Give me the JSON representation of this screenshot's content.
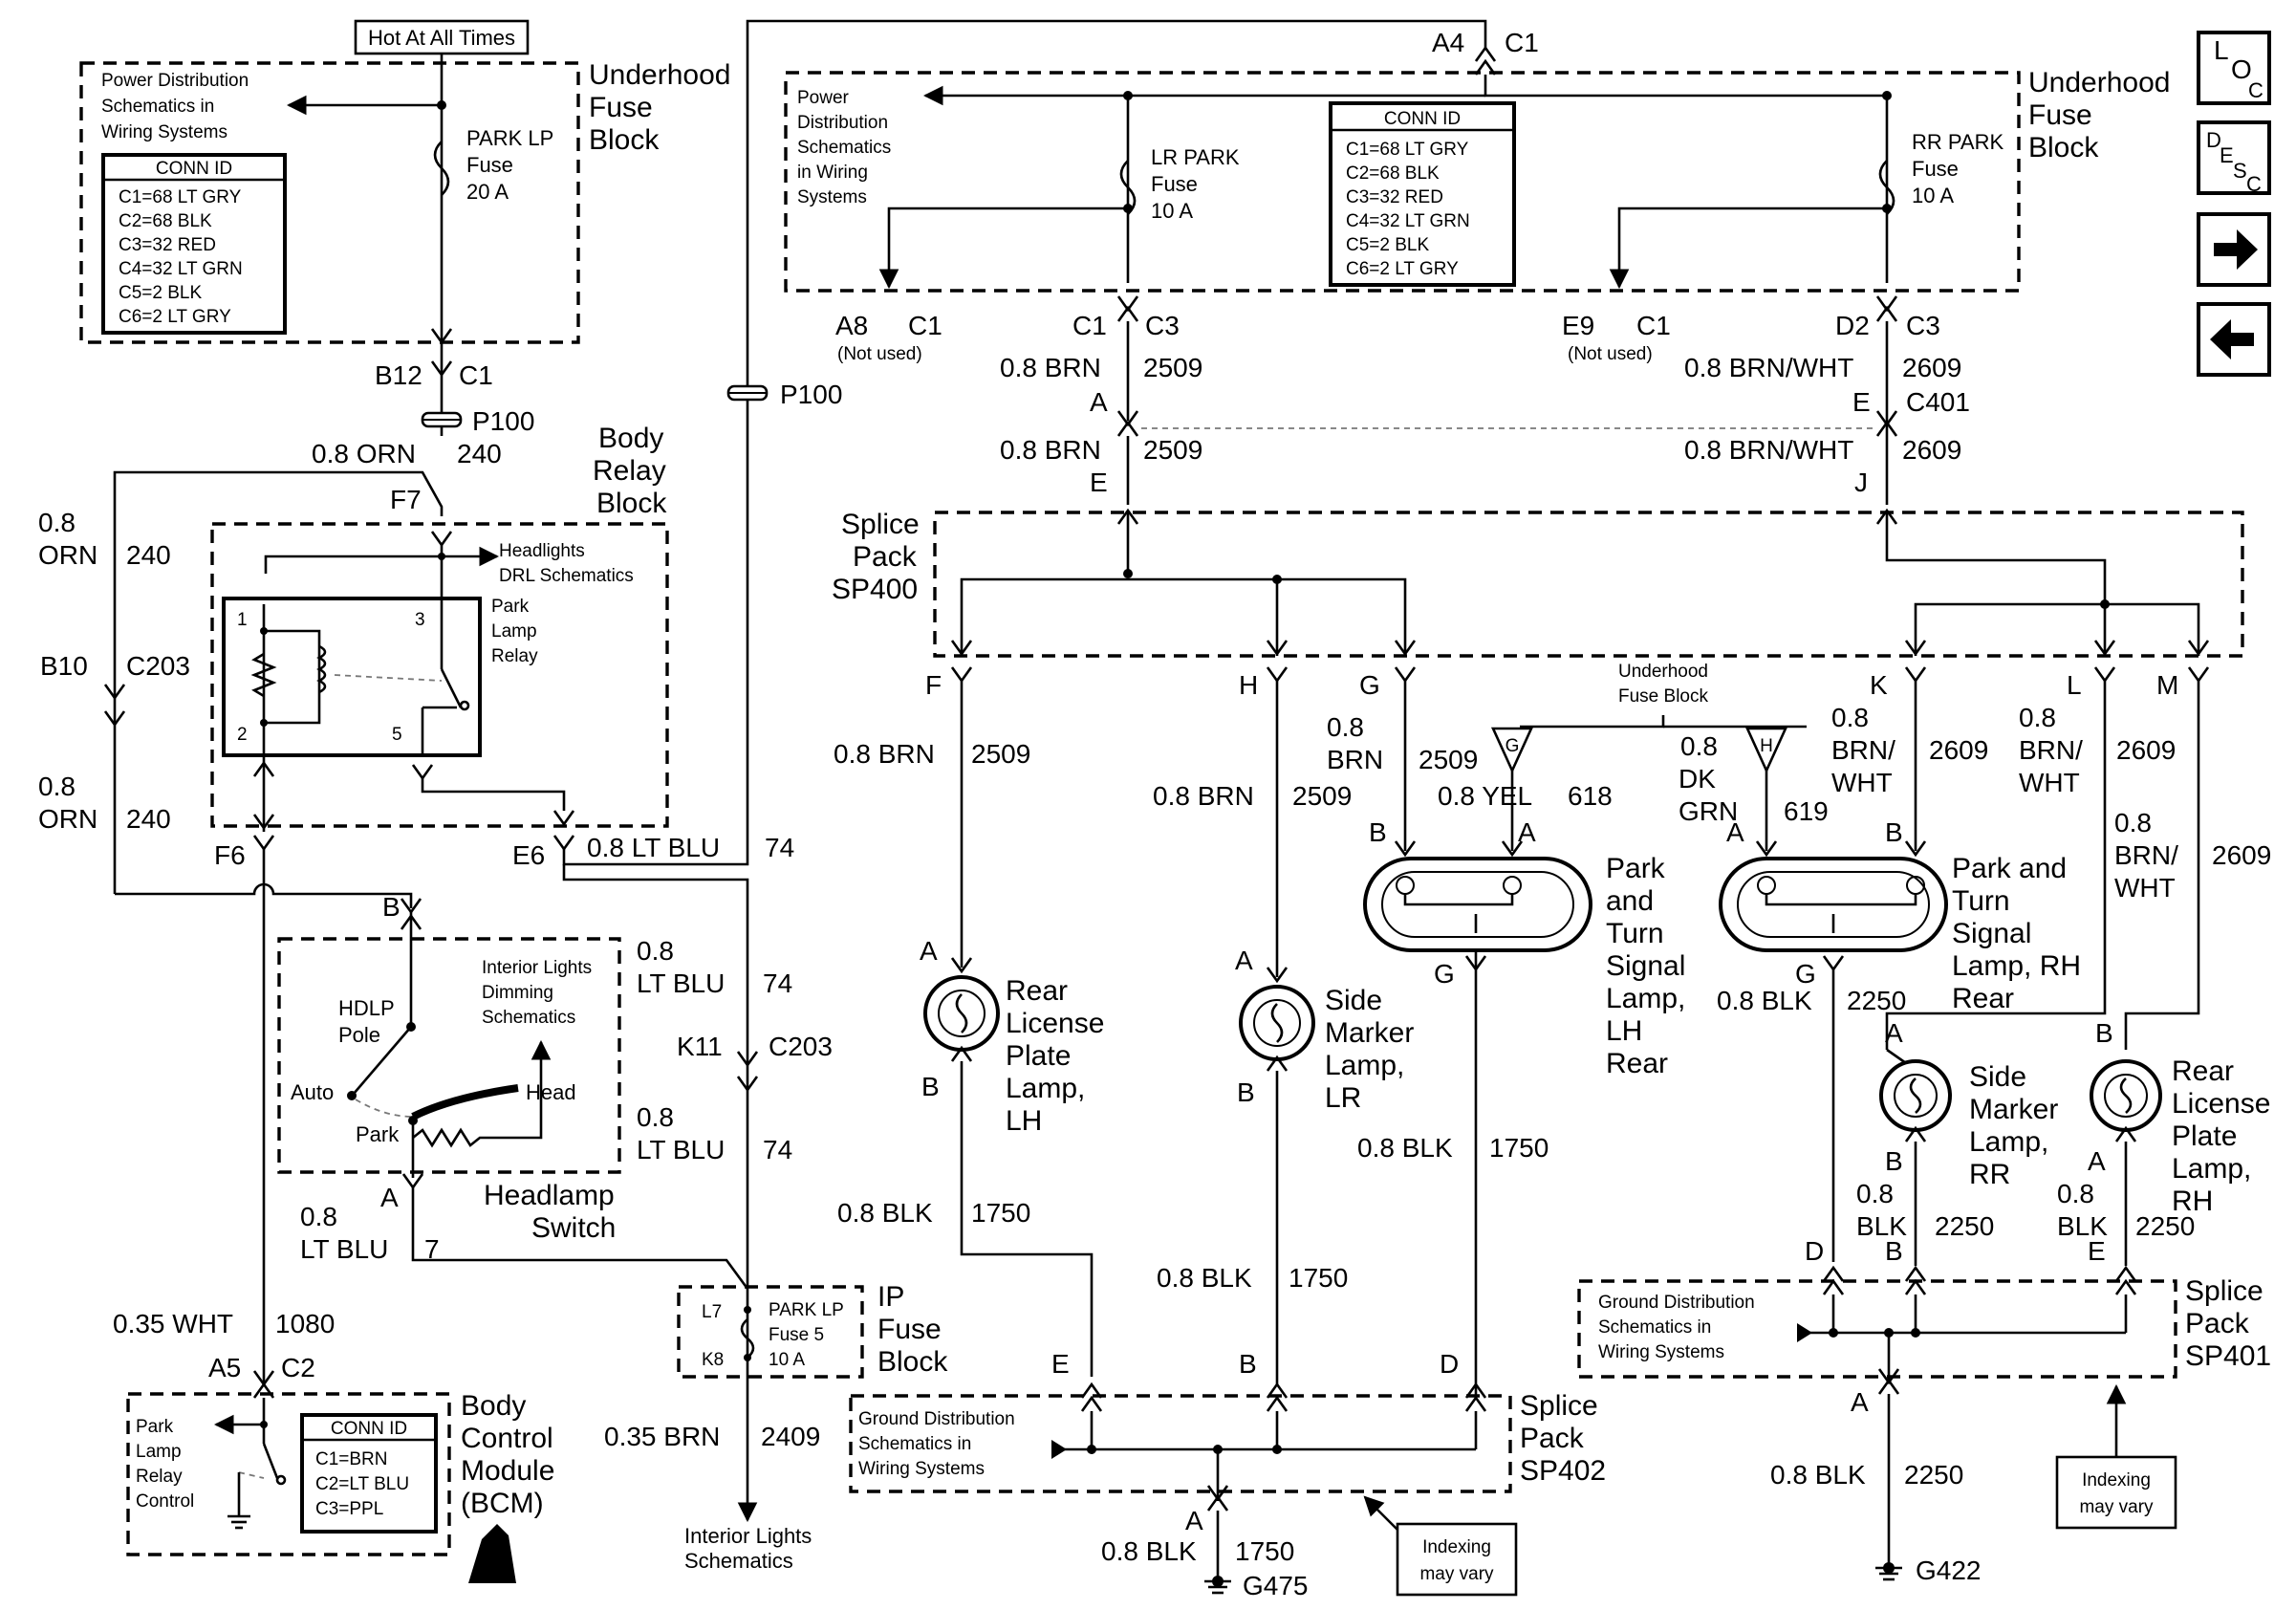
{
  "hot_label": "Hot At All Times",
  "underhood_fuse_block_label": [
    "Underhood",
    "Fuse",
    "Block"
  ],
  "power_dist": [
    "Power Distribution",
    "Schematics in",
    "Wiring Systems"
  ],
  "power_dist2": [
    "Power",
    "Distribution",
    "Schematics",
    "in Wiring",
    "Systems"
  ],
  "conn_id_title": "CONN ID",
  "conn_ids_ufb": [
    "C1=68 LT GRY",
    "C2=68 BLK",
    "C3=32 RED",
    "C4=32 LT GRN",
    "C5=2 BLK",
    "C6=2 LT GRY"
  ],
  "park_lp_fuse": [
    "PARK LP",
    "Fuse",
    "20 A"
  ],
  "lr_park_fuse": [
    "LR PARK",
    "Fuse",
    "10 A"
  ],
  "rr_park_fuse": [
    "RR PARK",
    "Fuse",
    "10 A"
  ],
  "a4": "A4",
  "c1": "C1",
  "c2": "C2",
  "c3": "C3",
  "b12": "B12",
  "p100": "P100",
  "wire_08_orn": "0.8 ORN",
  "w240": "240",
  "body_relay_block": [
    "Body",
    "Relay",
    "Block"
  ],
  "f7": "F7",
  "f6": "F6",
  "e6": "E6",
  "b10": "B10",
  "c203": "C203",
  "orn_08": [
    "0.8",
    "ORN"
  ],
  "headlights_drl": [
    "Headlights",
    "DRL Schematics"
  ],
  "park_lamp_relay": [
    "Park",
    "Lamp",
    "Relay"
  ],
  "relay_pins": [
    "1",
    "2",
    "3",
    "5"
  ],
  "lt_blu_08": "0.8 LT BLU",
  "w74": "74",
  "lt_blu_stack": [
    "0.8",
    "LT BLU"
  ],
  "k11": "K11",
  "b": "B",
  "a": "A",
  "interior_dimming": [
    "Interior Lights",
    "Dimming",
    "Schematics"
  ],
  "hdlp_pole": [
    "HDLP",
    "Pole"
  ],
  "sw_auto": "Auto",
  "sw_head": "Head",
  "sw_park": "Park",
  "headlamp_switch": [
    "Headlamp",
    "Switch"
  ],
  "w7": "7",
  "ip_fuse": [
    "PARK LP",
    "Fuse 5",
    "10 A"
  ],
  "ip_fuse_block": [
    "IP",
    "Fuse",
    "Block"
  ],
  "l7": "L7",
  "k8": "K8",
  "w035_brn": "0.35 BRN",
  "w2409": "2409",
  "interior_schem": [
    "Interior Lights",
    "Schematics"
  ],
  "w035_wht": "0.35 WHT",
  "w1080": "1080",
  "a5": "A5",
  "bcm_label": [
    "Body",
    "Control",
    "Module",
    "(BCM)"
  ],
  "bcm_relay": [
    "Park",
    "Lamp",
    "Relay",
    "Control"
  ],
  "conn_ids_bcm": [
    "C1=BRN",
    "C2=LT BLU",
    "C3=PPL"
  ],
  "a8": "A8",
  "e9": "E9",
  "not_used": "(Not used)",
  "brn_08": "0.8 BRN",
  "w2509": "2509",
  "brnwht_08": "0.8 BRN/WHT",
  "w2609": "2609",
  "d2": "D2",
  "e": "E",
  "c401": "C401",
  "j": "J",
  "splice_sp400": [
    "Splice",
    "Pack",
    "SP400"
  ],
  "f": "F",
  "h": "H",
  "g": "G",
  "k": "K",
  "l": "L",
  "m": "M",
  "d": "D",
  "brn_stack": [
    "0.8",
    "BRN"
  ],
  "yel_08": "0.8 YEL",
  "w618": "618",
  "dk_grn": [
    "0.8",
    "DK",
    "GRN"
  ],
  "w619": "619",
  "brnwht_stack": [
    "0.8",
    "BRN/",
    "WHT"
  ],
  "ufb_small": [
    "Underhood",
    "Fuse Block"
  ],
  "lamp_rl_lh": [
    "Rear",
    "License",
    "Plate",
    "Lamp,",
    "LH"
  ],
  "lamp_sm_lr": [
    "Side",
    "Marker",
    "Lamp,",
    "LR"
  ],
  "lamp_pt_lh": [
    "Park",
    "and",
    "Turn",
    "Signal",
    "Lamp,",
    "LH",
    "Rear"
  ],
  "lamp_pt_rh": [
    "Park and",
    "Turn",
    "Signal",
    "Lamp, RH",
    "Rear"
  ],
  "lamp_sm_rr": [
    "Side",
    "Marker",
    "Lamp,",
    "RR"
  ],
  "lamp_rl_rh": [
    "Rear",
    "License",
    "Plate",
    "Lamp,",
    "RH"
  ],
  "blk_08": "0.8 BLK",
  "w1750": "1750",
  "w2250": "2250",
  "blk_stack": [
    "0.8",
    "BLK"
  ],
  "ground_dist": [
    "Ground Distribution",
    "Schematics in",
    "Wiring Systems"
  ],
  "splice_sp402": [
    "Splice",
    "Pack",
    "SP402"
  ],
  "splice_sp401": [
    "Splice",
    "Pack",
    "SP401"
  ],
  "g475": "G475",
  "g422": "G422",
  "indexing": [
    "Indexing",
    "may vary"
  ],
  "nav_loc": [
    "L",
    "O",
    "C"
  ],
  "nav_desc": [
    "D",
    "E",
    "S",
    "C"
  ]
}
